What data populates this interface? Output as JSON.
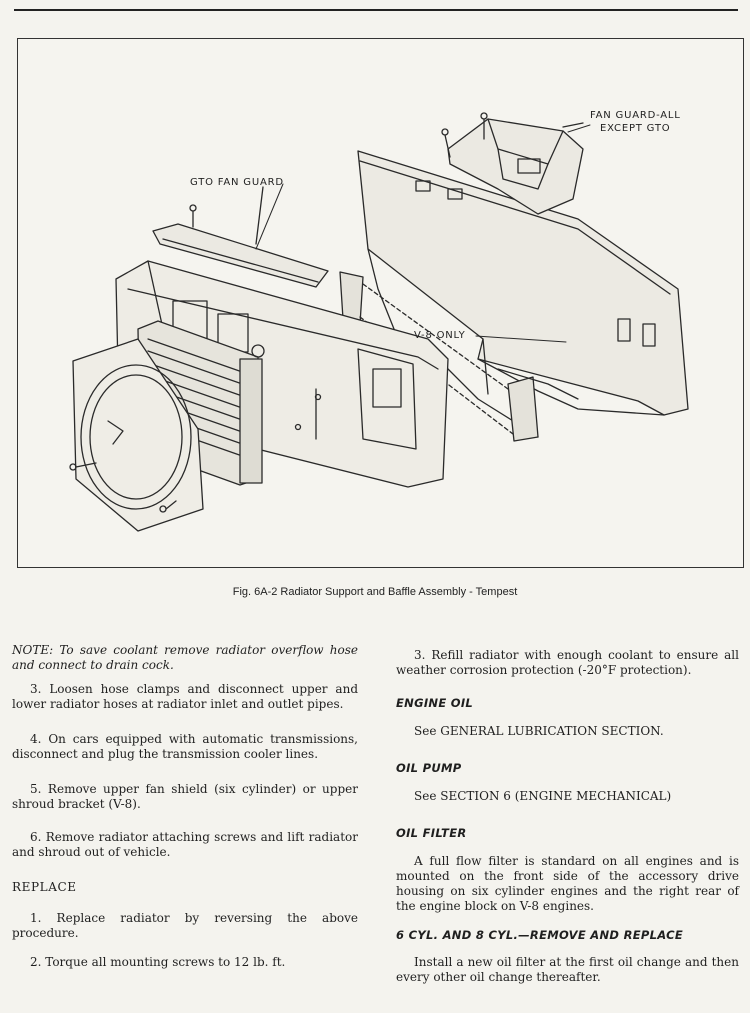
{
  "figure": {
    "callouts": {
      "fan_guard_all": [
        "FAN GUARD-ALL",
        "EXCEPT GTO"
      ],
      "gto_fan_guard": "GTO FAN GUARD",
      "v8_only": "V-8 ONLY"
    },
    "caption": "Fig. 6A-2  Radiator Support and Baffle Assembly - Tempest"
  },
  "left_column": {
    "note": "NOTE:  To save coolant remove radiator overflow hose and connect to drain cock.",
    "step3": "3. Loosen hose clamps and disconnect upper and lower radiator hoses at radiator inlet and outlet pipes.",
    "step4": "4. On cars equipped with automatic transmissions, disconnect and plug the transmission cooler lines.",
    "step5": "5. Remove upper fan shield (six cylinder) or upper shroud bracket (V-8).",
    "step6": "6. Remove radiator attaching screws and lift radiator and shroud out of vehicle.",
    "replace_heading": "REPLACE",
    "replace1": "1. Replace radiator by reversing the above procedure.",
    "replace2": "2. Torque all mounting screws to 12 lb. ft."
  },
  "right_column": {
    "step3": "3. Refill radiator with enough coolant to ensure all weather corrosion protection (-20°F protection).",
    "engine_oil_heading": "ENGINE OIL",
    "engine_oil_text": "See GENERAL LUBRICATION SECTION.",
    "oil_pump_heading": "OIL PUMP",
    "oil_pump_text": "See SECTION 6 (ENGINE MECHANICAL)",
    "oil_filter_heading": "OIL FILTER",
    "oil_filter_text": "A full flow filter is standard on all engines and is mounted on the front side of the accessory drive housing on six cylinder engines and the right rear of the engine block on V-8 engines.",
    "cyl_heading": "6 CYL. AND 8 CYL.—REMOVE AND REPLACE",
    "cyl_text": "Install a new oil filter at the first oil change and then every other oil change thereafter."
  }
}
